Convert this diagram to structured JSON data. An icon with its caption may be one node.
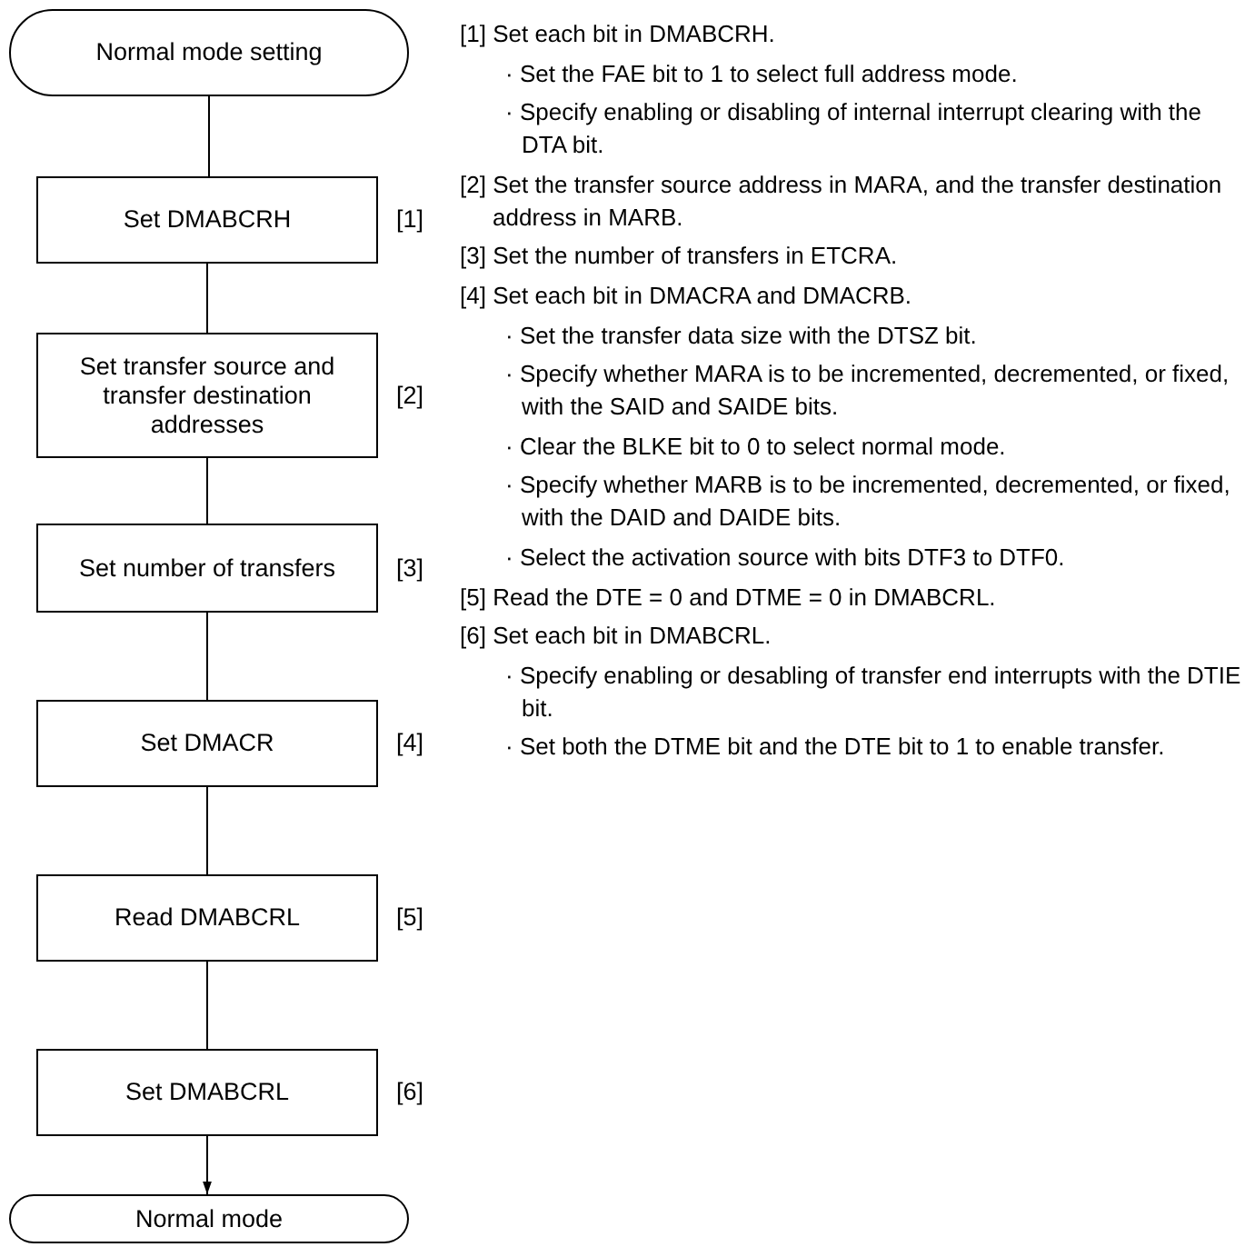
{
  "diagram": {
    "nodes": [
      {
        "text": [
          "Normal mode setting"
        ]
      },
      {
        "text": [
          "Set DMABCRH"
        ],
        "beside": [
          "[1]"
        ]
      },
      {
        "text": [
          "Set transfer source and transfer destination addresses"
        ],
        "beside": [
          "[2]"
        ]
      },
      {
        "text": [
          "Set number of transfers"
        ],
        "beside": [
          "[3]"
        ]
      },
      {
        "text": [
          "Set DMACR"
        ],
        "beside": [
          "[4]"
        ]
      },
      {
        "text": [
          "Read DMABCRL"
        ],
        "beside": [
          "[5]"
        ]
      },
      {
        "text": [
          "Set DMABCRL"
        ],
        "beside": [
          "[6]"
        ]
      },
      {
        "text": [
          "Normal mode"
        ]
      }
    ],
    "edges": [
      {
        "from": 0,
        "to": 1,
        "arrow": "none"
      },
      {
        "from": 1,
        "to": 2,
        "arrow": "none"
      },
      {
        "from": 2,
        "to": 3,
        "arrow": "none"
      },
      {
        "from": 3,
        "to": 4,
        "arrow": "none"
      },
      {
        "from": 4,
        "to": 5,
        "arrow": "none"
      },
      {
        "from": 5,
        "to": 6,
        "arrow": "none"
      },
      {
        "from": 6,
        "to": 7,
        "arrow": "to"
      }
    ],
    "labels": [
      "[1] Set each bit in DMABCRH.",
      "· Set the FAE bit to 1 to select full address mode.",
      "· Specify enabling or disabling of internal interrupt clearing with the DTA bit.",
      "[2] Set the transfer source address in MARA, and the transfer destination address in MARB.",
      "[3] Set the number of transfers in ETCRA.",
      "[4] Set each bit in DMACRA and DMACRB.",
      "· Set the transfer data size with the DTSZ bit.",
      "· Specify whether MARA is to be incremented, decremented, or fixed, with the SAID and SAIDE bits.",
      "· Clear the BLKE bit to 0 to select normal mode.",
      "· Specify whether MARB is to be incremented, decremented, or fixed, with the DAID and DAIDE bits.",
      "· Select the activation source with bits DTF3 to DTF0.",
      "[5] Read the DTE = 0 and DTME = 0 in DMABCRL.",
      "[6] Set each bit in DMABCRL.",
      "· Specify enabling or desabling of transfer end interrupts with the DTIE bit.",
      "· Set both the DTME bit and the DTE bit to 1 to enable transfer."
    ]
  }
}
